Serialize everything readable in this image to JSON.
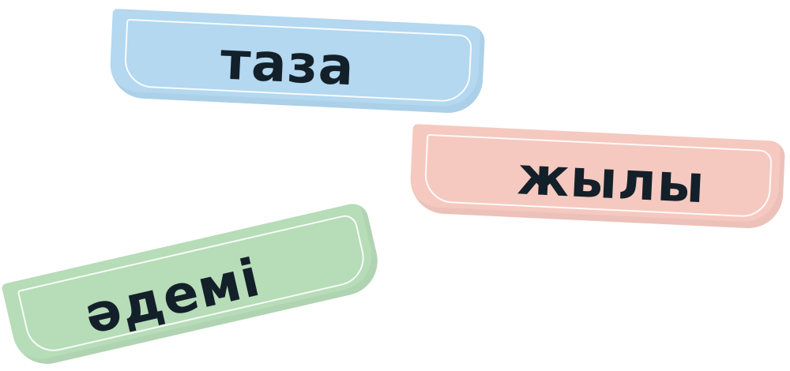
{
  "cards": [
    {
      "word": "таза",
      "color": "#b3d8f0"
    },
    {
      "word": "жылы",
      "color": "#f5c9c0"
    },
    {
      "word": "әдемі",
      "color": "#b7dcb8"
    }
  ]
}
